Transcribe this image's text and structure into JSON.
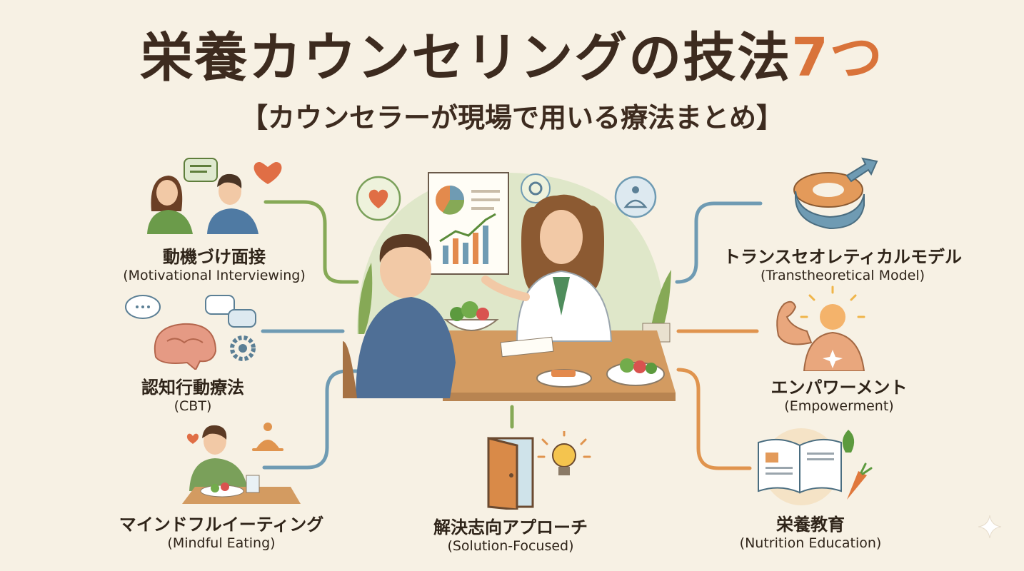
{
  "title": {
    "main": "栄養カウンセリングの技法",
    "accent": "7つ"
  },
  "subtitle": "【カウンセラーが現場で用いる療法まとめ】",
  "techniques": [
    {
      "jp": "動機づけ面接",
      "en": "(Motivational Interviewing)"
    },
    {
      "jp": "認知行動療法",
      "en": "(CBT)"
    },
    {
      "jp": "マインドフルイーティング",
      "en": "(Mindful Eating)"
    },
    {
      "jp": "解決志向アプローチ",
      "en": "(Solution-Focused)"
    },
    {
      "jp": "トランスセオレティカルモデル",
      "en": "(Transtheoretical Model)"
    },
    {
      "jp": "エンパワーメント",
      "en": "(Empowerment)"
    },
    {
      "jp": "栄養教育",
      "en": "(Nutrition Education)"
    }
  ],
  "colors": {
    "background": "#f7f1e4",
    "accent": "#d9733a",
    "connector_green": "#86a956",
    "connector_blue": "#6f9bb3",
    "connector_orange": "#e0944e"
  }
}
